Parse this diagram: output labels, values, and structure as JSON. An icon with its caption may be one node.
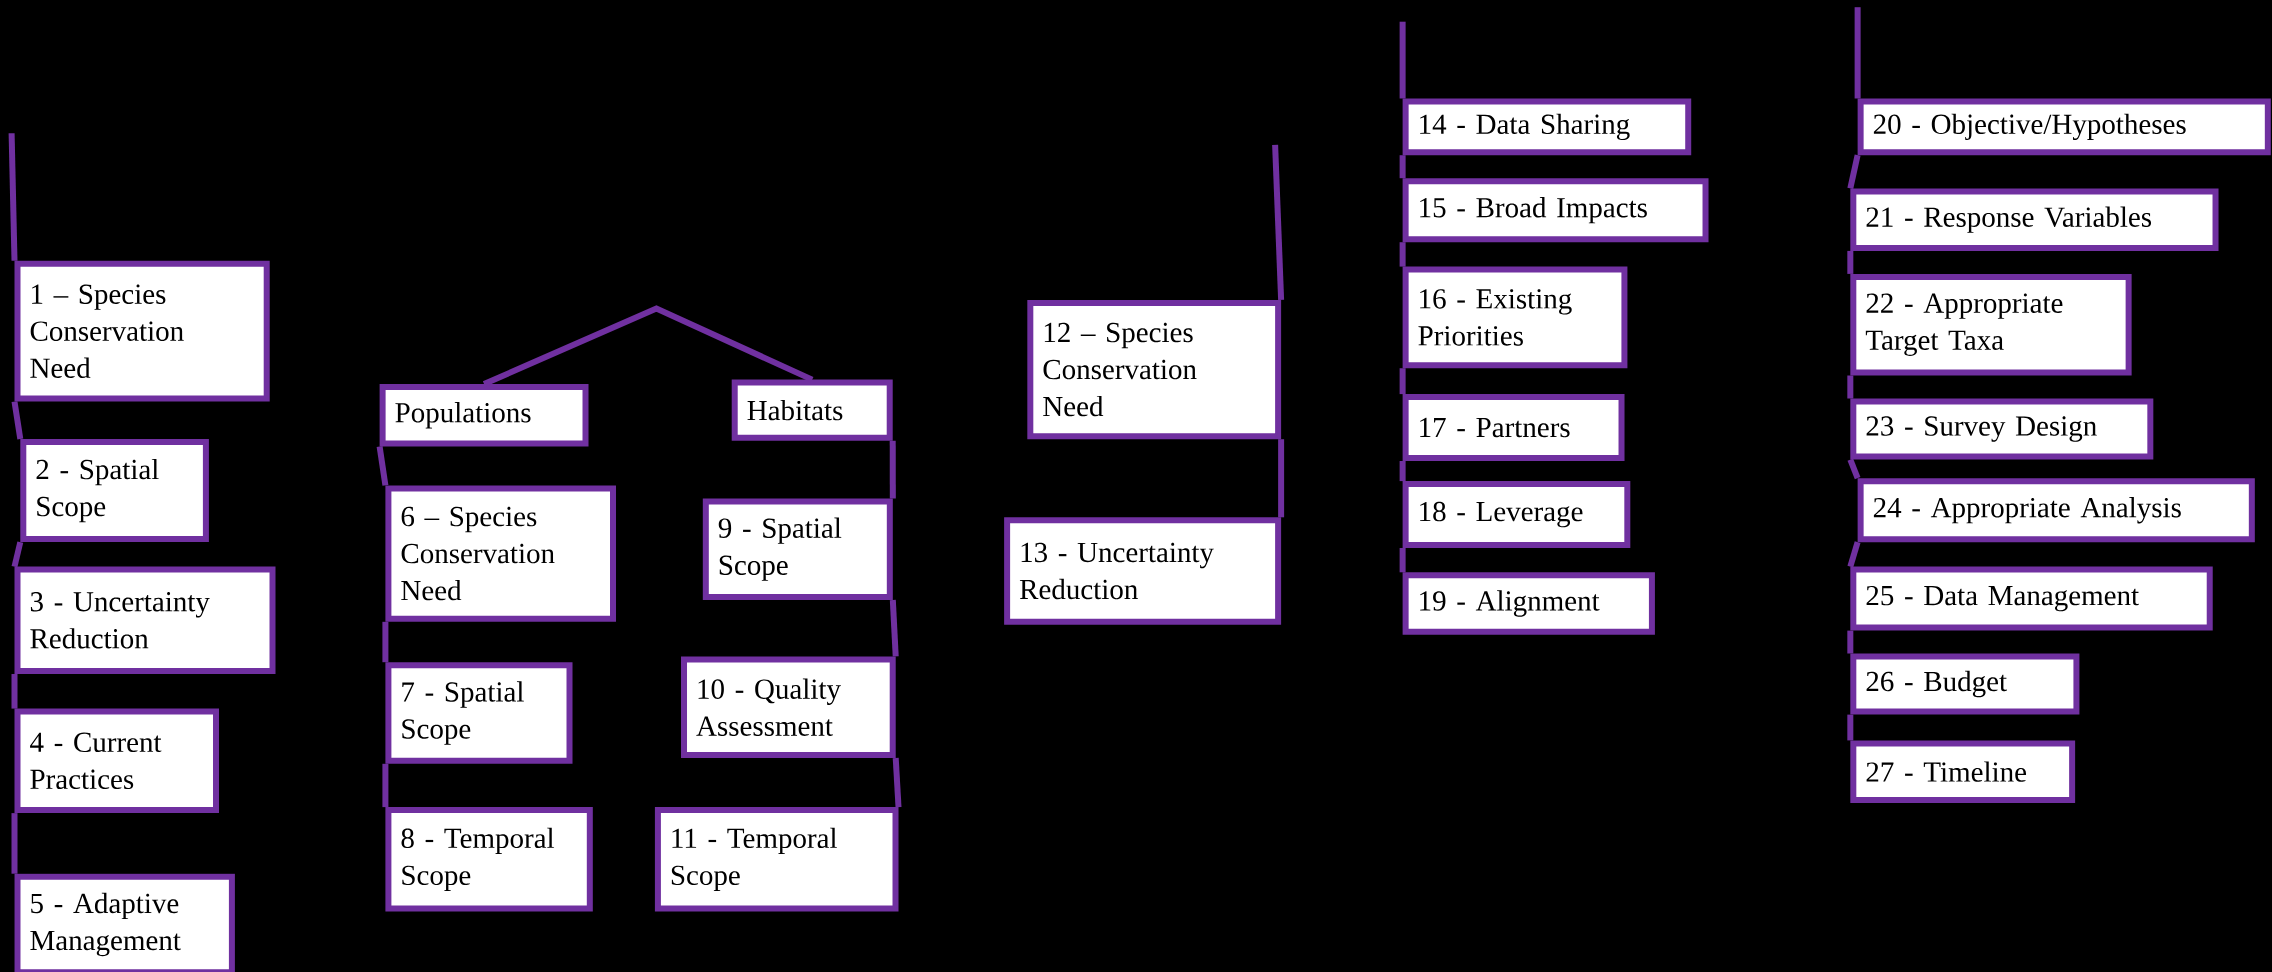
{
  "diagram": {
    "nodes": [
      {
        "text": [
          "1 – Species Conservation Need"
        ]
      },
      {
        "text": [
          "2 - Spatial Scope"
        ]
      },
      {
        "text": [
          "3 - Uncertainty Reduction"
        ]
      },
      {
        "text": [
          "4 - Current Practices"
        ]
      },
      {
        "text": [
          "5 - Adaptive Management"
        ]
      },
      {
        "text": [
          "Populations"
        ]
      },
      {
        "text": [
          "Habitats"
        ]
      },
      {
        "text": [
          "6 – Species Conservation Need"
        ]
      },
      {
        "text": [
          "7 - Spatial Scope"
        ]
      },
      {
        "text": [
          "8 - Temporal Scope"
        ]
      },
      {
        "text": [
          "9 - Spatial Scope"
        ]
      },
      {
        "text": [
          "10 - Quality Assessment"
        ]
      },
      {
        "text": [
          "11 - Temporal Scope"
        ]
      },
      {
        "text": [
          "12 – Species Conservation Need"
        ]
      },
      {
        "text": [
          "13 - Uncertainty Reduction"
        ]
      },
      {
        "text": [
          "14 - Data Sharing"
        ]
      },
      {
        "text": [
          "15 - Broad Impacts"
        ]
      },
      {
        "text": [
          "16 - Existing Priorities"
        ]
      },
      {
        "text": [
          "17 - Partners"
        ]
      },
      {
        "text": [
          "18 - Leverage"
        ]
      },
      {
        "text": [
          "19 - Alignment"
        ]
      },
      {
        "text": [
          "20 - Objective/Hypotheses"
        ]
      },
      {
        "text": [
          "21 - Response Variables"
        ]
      },
      {
        "text": [
          "22 - Appropriate Target Taxa"
        ]
      },
      {
        "text": [
          "23 - Survey Design"
        ]
      },
      {
        "text": [
          "24 - Appropriate Analysis"
        ]
      },
      {
        "text": [
          "25 - Data Management"
        ]
      },
      {
        "text": [
          "26 - Budget"
        ]
      },
      {
        "text": [
          "27 - Timeline"
        ]
      }
    ],
    "edges": [
      {
        "from": null,
        "to": 0,
        "arrow": "none"
      },
      {
        "from": 0,
        "to": 1,
        "arrow": "none"
      },
      {
        "from": 1,
        "to": 2,
        "arrow": "none"
      },
      {
        "from": 2,
        "to": 3,
        "arrow": "none"
      },
      {
        "from": 3,
        "to": 4,
        "arrow": "none"
      },
      {
        "from": 5,
        "to": 6,
        "arrow": "none"
      },
      {
        "from": 5,
        "to": 7,
        "arrow": "none"
      },
      {
        "from": 7,
        "to": 8,
        "arrow": "none"
      },
      {
        "from": 8,
        "to": 9,
        "arrow": "none"
      },
      {
        "from": 6,
        "to": 10,
        "arrow": "none"
      },
      {
        "from": 10,
        "to": 11,
        "arrow": "none"
      },
      {
        "from": 11,
        "to": 12,
        "arrow": "none"
      },
      {
        "from": null,
        "to": 13,
        "arrow": "none"
      },
      {
        "from": 13,
        "to": 14,
        "arrow": "none"
      },
      {
        "from": null,
        "to": 15,
        "arrow": "none"
      },
      {
        "from": 15,
        "to": 16,
        "arrow": "none"
      },
      {
        "from": 16,
        "to": 17,
        "arrow": "none"
      },
      {
        "from": 17,
        "to": 18,
        "arrow": "none"
      },
      {
        "from": 18,
        "to": 19,
        "arrow": "none"
      },
      {
        "from": 19,
        "to": 20,
        "arrow": "none"
      },
      {
        "from": null,
        "to": 21,
        "arrow": "none"
      },
      {
        "from": 21,
        "to": 22,
        "arrow": "none"
      },
      {
        "from": 22,
        "to": 23,
        "arrow": "none"
      },
      {
        "from": 23,
        "to": 24,
        "arrow": "none"
      },
      {
        "from": 24,
        "to": 25,
        "arrow": "none"
      },
      {
        "from": 25,
        "to": 26,
        "arrow": "none"
      },
      {
        "from": 26,
        "to": 27,
        "arrow": "none"
      },
      {
        "from": 27,
        "to": 28,
        "arrow": "none"
      }
    ]
  }
}
